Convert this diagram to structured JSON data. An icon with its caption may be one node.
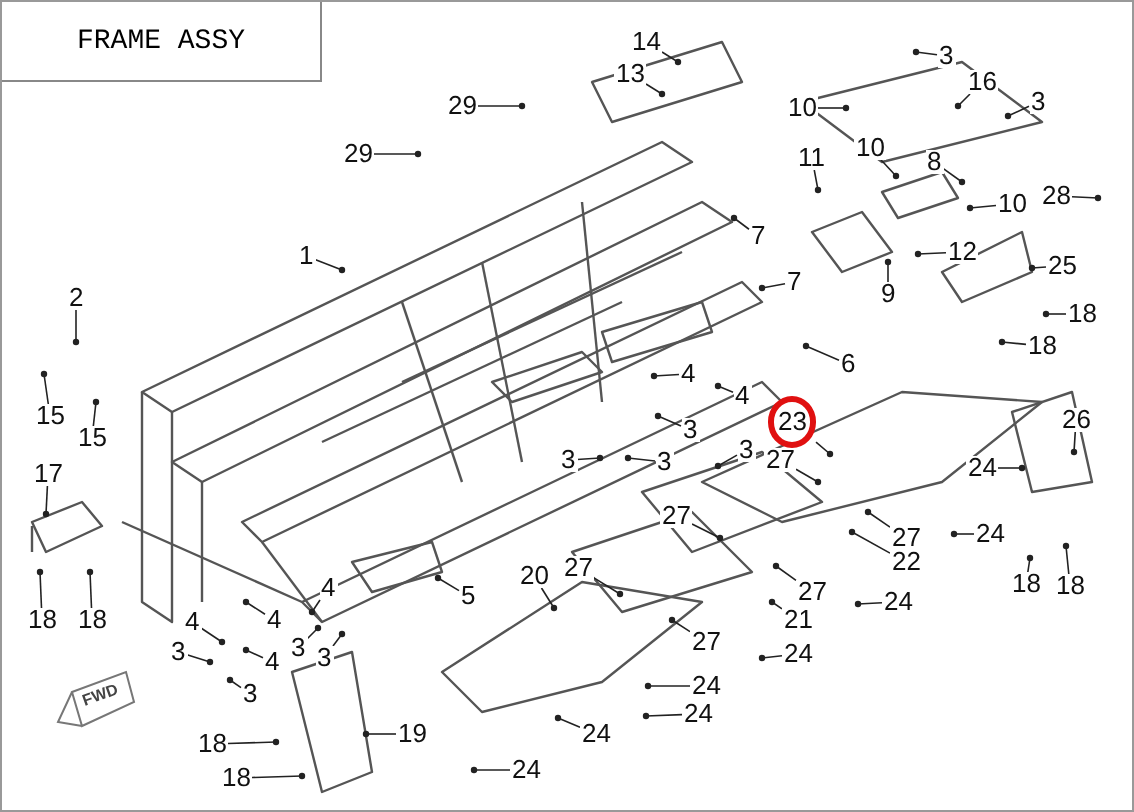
{
  "diagram": {
    "title": "FRAME ASSY",
    "nodes": [
      {
        "text": [
          "14"
        ]
      },
      {
        "text": [
          "3"
        ]
      },
      {
        "text": [
          "13"
        ]
      },
      {
        "text": [
          "16"
        ]
      },
      {
        "text": [
          "3"
        ]
      },
      {
        "text": [
          "10"
        ]
      },
      {
        "text": [
          "29"
        ]
      },
      {
        "text": [
          "29"
        ]
      },
      {
        "text": [
          "10"
        ]
      },
      {
        "text": [
          "11"
        ]
      },
      {
        "text": [
          "8"
        ]
      },
      {
        "text": [
          "28"
        ]
      },
      {
        "text": [
          "10"
        ]
      },
      {
        "text": [
          "7"
        ]
      },
      {
        "text": [
          "1"
        ]
      },
      {
        "text": [
          "12"
        ]
      },
      {
        "text": [
          "25"
        ]
      },
      {
        "text": [
          "7"
        ]
      },
      {
        "text": [
          "9"
        ]
      },
      {
        "text": [
          "2"
        ]
      },
      {
        "text": [
          "18"
        ]
      },
      {
        "text": [
          "18"
        ]
      },
      {
        "text": [
          "6"
        ]
      },
      {
        "text": [
          "4"
        ]
      },
      {
        "text": [
          "4"
        ]
      },
      {
        "text": [
          "15"
        ]
      },
      {
        "text": [
          "3"
        ]
      },
      {
        "text": [
          "23"
        ]
      },
      {
        "text": [
          "26"
        ]
      },
      {
        "text": [
          "3"
        ]
      },
      {
        "text": [
          "15"
        ]
      },
      {
        "text": [
          "3"
        ]
      },
      {
        "text": [
          "27"
        ]
      },
      {
        "text": [
          "3"
        ]
      },
      {
        "text": [
          "24"
        ]
      },
      {
        "text": [
          "17"
        ]
      },
      {
        "text": [
          "27"
        ]
      },
      {
        "text": [
          "27"
        ]
      },
      {
        "text": [
          "24"
        ]
      },
      {
        "text": [
          "22"
        ]
      },
      {
        "text": [
          "27"
        ]
      },
      {
        "text": [
          "20"
        ]
      },
      {
        "text": [
          "18"
        ]
      },
      {
        "text": [
          "18"
        ]
      },
      {
        "text": [
          "27"
        ]
      },
      {
        "text": [
          "5"
        ]
      },
      {
        "text": [
          "4"
        ]
      },
      {
        "text": [
          "24"
        ]
      },
      {
        "text": [
          "21"
        ]
      },
      {
        "text": [
          "18"
        ]
      },
      {
        "text": [
          "18"
        ]
      },
      {
        "text": [
          "4"
        ]
      },
      {
        "text": [
          "4"
        ]
      },
      {
        "text": [
          "3"
        ]
      },
      {
        "text": [
          "3"
        ]
      },
      {
        "text": [
          "27"
        ]
      },
      {
        "text": [
          "24"
        ]
      },
      {
        "text": [
          "3"
        ]
      },
      {
        "text": [
          "4"
        ]
      },
      {
        "text": [
          "3"
        ]
      },
      {
        "text": [
          "24"
        ]
      },
      {
        "text": [
          "24"
        ]
      },
      {
        "text": [
          "24"
        ]
      },
      {
        "text": [
          "19"
        ]
      },
      {
        "text": [
          "18"
        ]
      },
      {
        "text": [
          "24"
        ]
      },
      {
        "text": [
          "18"
        ]
      }
    ],
    "edges": [
      {
        "from": 0,
        "to": null,
        "arrow": "other"
      },
      {
        "from": 1,
        "to": null,
        "arrow": "other"
      },
      {
        "from": 2,
        "to": null,
        "arrow": "other"
      },
      {
        "from": 3,
        "to": null,
        "arrow": "other"
      },
      {
        "from": 4,
        "to": null,
        "arrow": "other"
      },
      {
        "from": 5,
        "to": null,
        "arrow": "other"
      },
      {
        "from": 6,
        "to": null,
        "arrow": "other"
      },
      {
        "from": 7,
        "to": null,
        "arrow": "other"
      },
      {
        "from": 8,
        "to": null,
        "arrow": "other"
      },
      {
        "from": 9,
        "to": null,
        "arrow": "other"
      },
      {
        "from": 10,
        "to": null,
        "arrow": "other"
      },
      {
        "from": 11,
        "to": null,
        "arrow": "other"
      },
      {
        "from": 12,
        "to": null,
        "arrow": "other"
      },
      {
        "from": 13,
        "to": null,
        "arrow": "other"
      },
      {
        "from": 14,
        "to": null,
        "arrow": "other"
      },
      {
        "from": 15,
        "to": null,
        "arrow": "other"
      },
      {
        "from": 16,
        "to": null,
        "arrow": "other"
      },
      {
        "from": 17,
        "to": null,
        "arrow": "other"
      },
      {
        "from": 18,
        "to": null,
        "arrow": "other"
      },
      {
        "from": 19,
        "to": null,
        "arrow": "other"
      },
      {
        "from": 20,
        "to": null,
        "arrow": "other"
      },
      {
        "from": 21,
        "to": null,
        "arrow": "other"
      },
      {
        "from": 22,
        "to": null,
        "arrow": "other"
      },
      {
        "from": 23,
        "to": null,
        "arrow": "other"
      },
      {
        "from": 24,
        "to": null,
        "arrow": "other"
      },
      {
        "from": 25,
        "to": null,
        "arrow": "other"
      },
      {
        "from": 26,
        "to": null,
        "arrow": "other"
      },
      {
        "from": 27,
        "to": null,
        "arrow": "other"
      },
      {
        "from": 28,
        "to": null,
        "arrow": "other"
      },
      {
        "from": 29,
        "to": null,
        "arrow": "other"
      },
      {
        "from": 30,
        "to": null,
        "arrow": "other"
      },
      {
        "from": 31,
        "to": null,
        "arrow": "other"
      },
      {
        "from": 32,
        "to": null,
        "arrow": "other"
      },
      {
        "from": 33,
        "to": null,
        "arrow": "other"
      },
      {
        "from": 34,
        "to": null,
        "arrow": "other"
      },
      {
        "from": 35,
        "to": null,
        "arrow": "other"
      },
      {
        "from": 36,
        "to": null,
        "arrow": "other"
      },
      {
        "from": 37,
        "to": null,
        "arrow": "other"
      },
      {
        "from": 38,
        "to": null,
        "arrow": "other"
      },
      {
        "from": 39,
        "to": null,
        "arrow": "other"
      },
      {
        "from": 40,
        "to": null,
        "arrow": "other"
      },
      {
        "from": 41,
        "to": null,
        "arrow": "other"
      },
      {
        "from": 42,
        "to": null,
        "arrow": "other"
      },
      {
        "from": 43,
        "to": null,
        "arrow": "other"
      },
      {
        "from": 44,
        "to": null,
        "arrow": "other"
      },
      {
        "from": 45,
        "to": null,
        "arrow": "other"
      },
      {
        "from": 46,
        "to": null,
        "arrow": "other"
      },
      {
        "from": 47,
        "to": null,
        "arrow": "other"
      },
      {
        "from": 48,
        "to": null,
        "arrow": "other"
      },
      {
        "from": 49,
        "to": null,
        "arrow": "other"
      },
      {
        "from": 50,
        "to": null,
        "arrow": "other"
      },
      {
        "from": 51,
        "to": null,
        "arrow": "other"
      },
      {
        "from": 52,
        "to": null,
        "arrow": "other"
      },
      {
        "from": 53,
        "to": null,
        "arrow": "other"
      },
      {
        "from": 54,
        "to": null,
        "arrow": "other"
      },
      {
        "from": 55,
        "to": null,
        "arrow": "other"
      },
      {
        "from": 56,
        "to": null,
        "arrow": "other"
      },
      {
        "from": 57,
        "to": null,
        "arrow": "other"
      },
      {
        "from": 58,
        "to": null,
        "arrow": "other"
      },
      {
        "from": 59,
        "to": null,
        "arrow": "other"
      },
      {
        "from": 60,
        "to": null,
        "arrow": "other"
      },
      {
        "from": 61,
        "to": null,
        "arrow": "other"
      },
      {
        "from": 62,
        "to": null,
        "arrow": "other"
      },
      {
        "from": 63,
        "to": null,
        "arrow": "other"
      },
      {
        "from": 64,
        "to": null,
        "arrow": "other"
      },
      {
        "from": 65,
        "to": null,
        "arrow": "other"
      },
      {
        "from": 66,
        "to": null,
        "arrow": "other"
      }
    ],
    "labels": [
      "FWD"
    ]
  }
}
